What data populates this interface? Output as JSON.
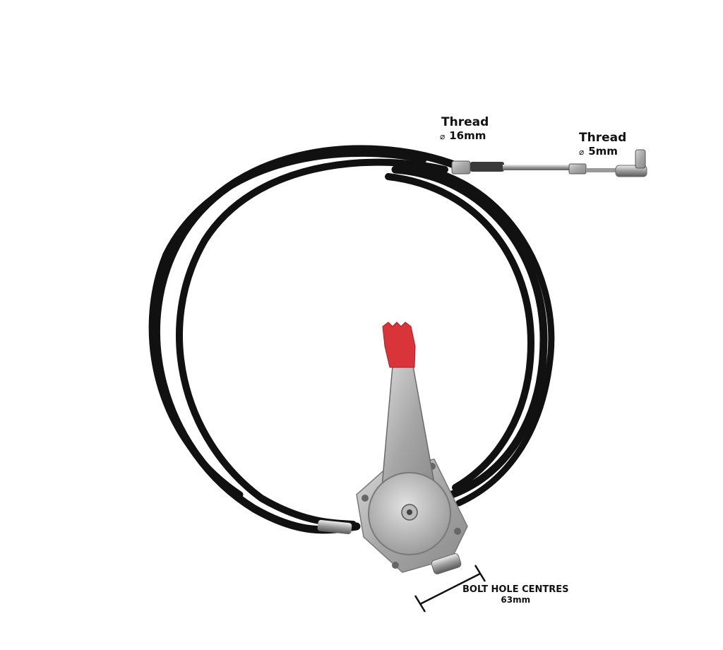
{
  "labels": {
    "thread_large": {
      "title": "Thread",
      "size": "16mm"
    },
    "thread_small": {
      "title": "Thread",
      "size": "5mm"
    },
    "bolt": {
      "title": "BOLT HOLE CENTRES",
      "size": "63mm"
    }
  },
  "symbols": {
    "diameter": "⌀"
  },
  "colors": {
    "cable": "#111111",
    "handle_knob": "#d9343a",
    "lever_metal": "#a9a9a9",
    "housing_metal": "#bfbfbf",
    "background": "#ffffff"
  }
}
